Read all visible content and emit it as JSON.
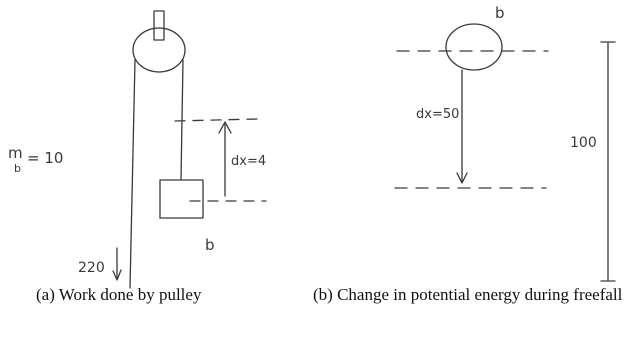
{
  "panel_a": {
    "mass_label": "m",
    "mass_subscript": "b",
    "mass_value": "= 10",
    "dx_label": "dx=4",
    "block_label": "b",
    "force_label": "220"
  },
  "panel_b": {
    "ball_label": "b",
    "dx_label": "dx=50",
    "height_label": "100"
  },
  "captions": {
    "a": "(a) Work done by pulley",
    "b": "(b) Change in potential energy during freefall"
  }
}
